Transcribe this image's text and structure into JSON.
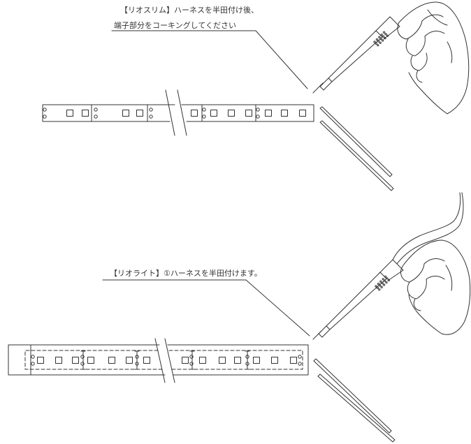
{
  "diagram": {
    "slim": {
      "caption_line1": "【リオスリム】ハーネスを半田付け後、",
      "caption_line2": "端子部分をコーキングしてください"
    },
    "light": {
      "caption": "【リオライト】①ハーネスを半田付けます。"
    }
  },
  "colors": {
    "line": "#333333",
    "background": "#ffffff"
  },
  "icons": [
    "soldering-iron-icon",
    "hand-icon",
    "wire-icon",
    "led-strip-icon"
  ]
}
